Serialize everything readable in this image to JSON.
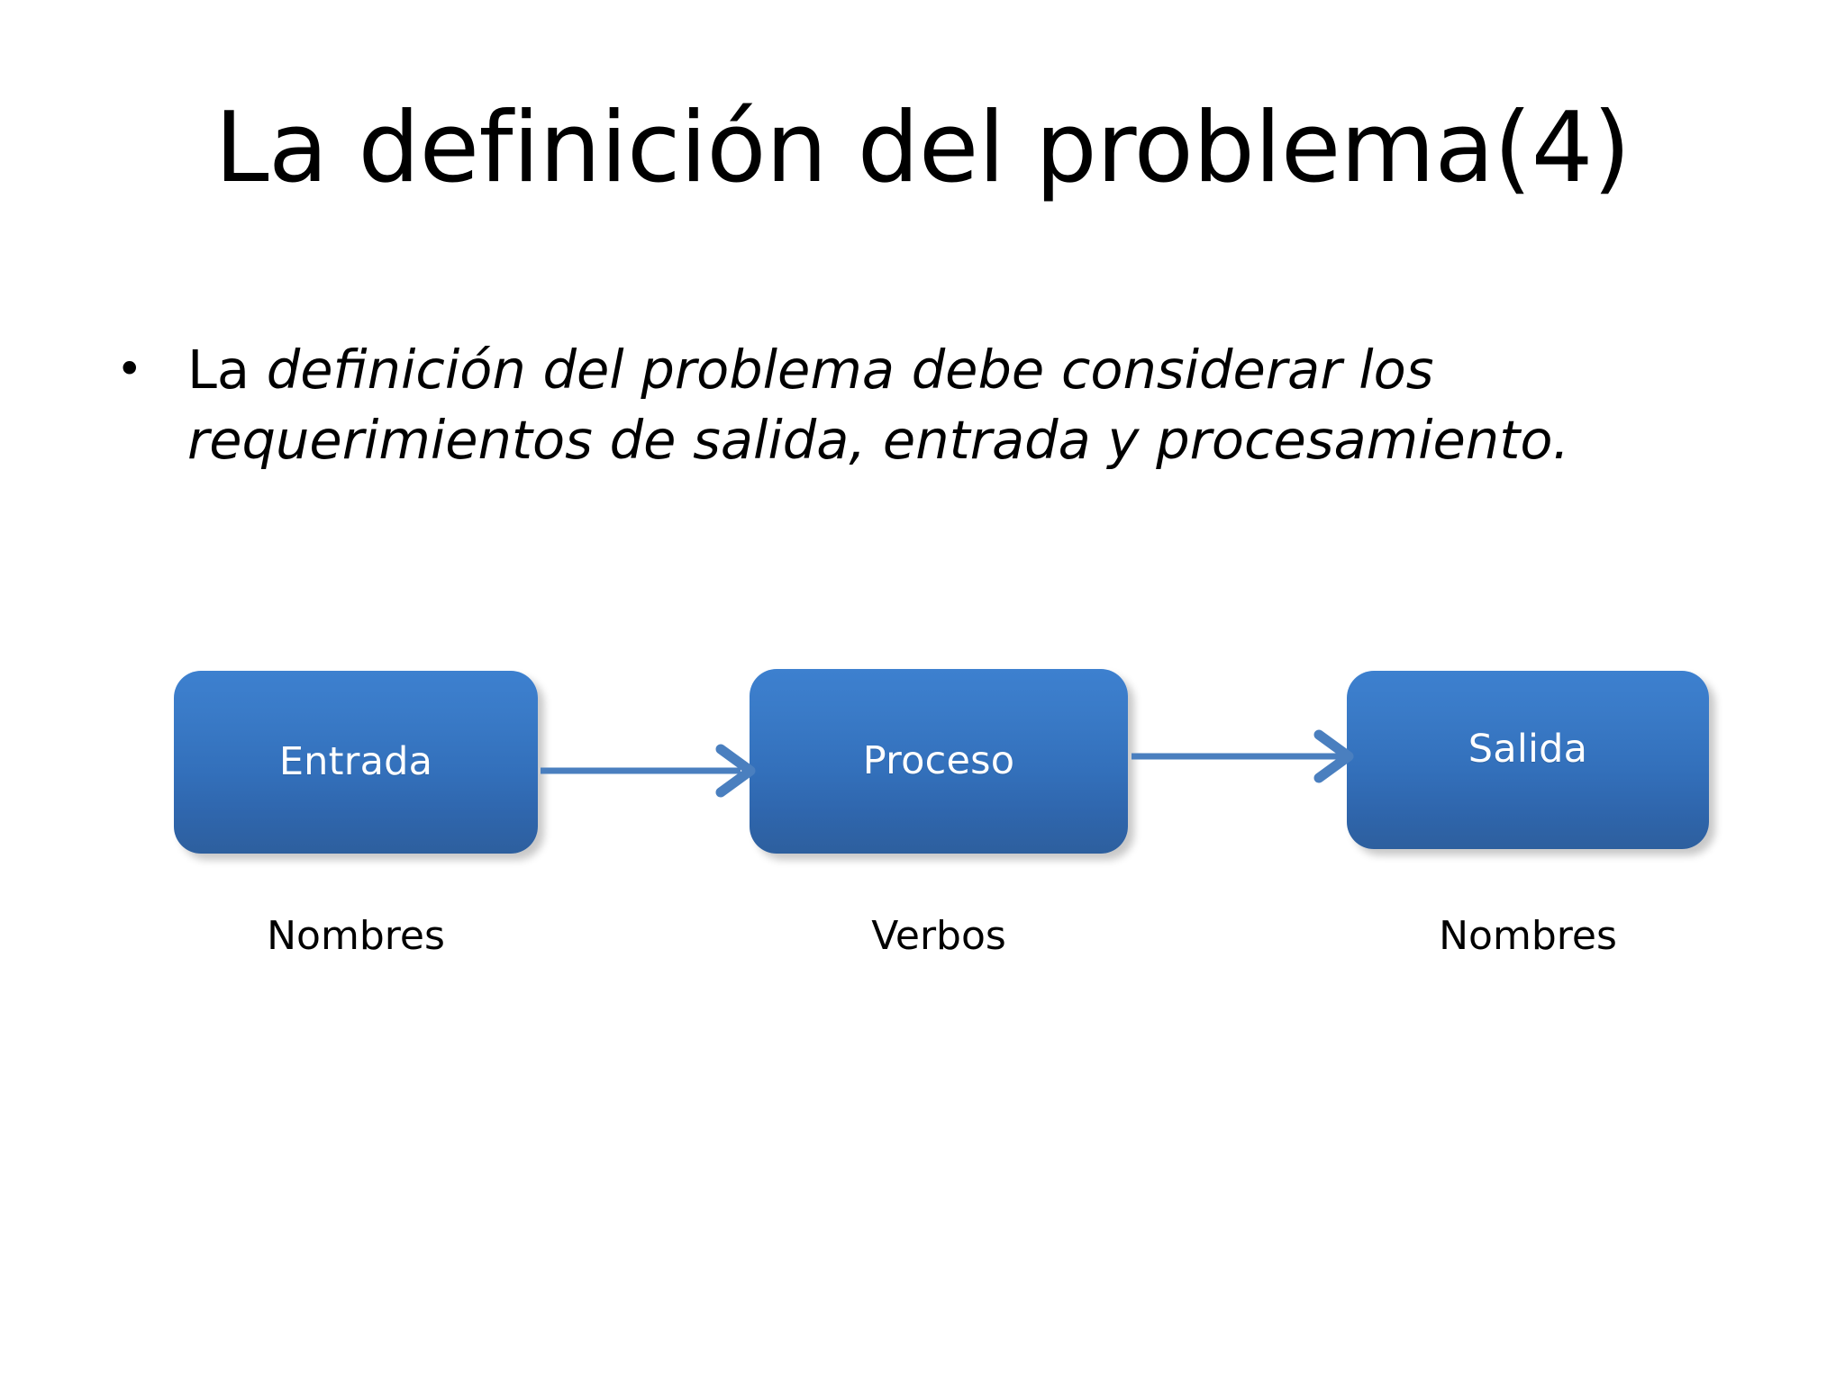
{
  "slide": {
    "title": "La definición del problema(4)",
    "background_color": "#ffffff",
    "text_color": "#000000"
  },
  "body": {
    "bullets": [
      {
        "marker": "•",
        "line1_plain": "La ",
        "line1_emphasis": "definición del problema debe considerar los",
        "line2_emphasis": "requerimientos de salida, entrada y procesamiento.",
        "full_text": "La definición del problema debe considerar los requerimientos de salida, entrada y procesamiento."
      }
    ]
  },
  "diagram": {
    "type": "flow",
    "accent_color": "#3a7bc8",
    "box_gradient_top": "#3d80cf",
    "box_gradient_bottom": "#2d5f9e",
    "arrow_color": "#4a7fbf",
    "box_label_color": "#ffffff",
    "nodes": [
      {
        "id": "entrada",
        "label": "Entrada",
        "caption": "Nombres"
      },
      {
        "id": "proceso",
        "label": "Proceso",
        "caption": "Verbos"
      },
      {
        "id": "salida",
        "label": "Salida",
        "caption": "Nombres"
      }
    ],
    "connectors": [
      {
        "from": "entrada",
        "to": "proceso",
        "style": "arrow-right"
      },
      {
        "from": "proceso",
        "to": "salida",
        "style": "arrow-right"
      }
    ]
  }
}
